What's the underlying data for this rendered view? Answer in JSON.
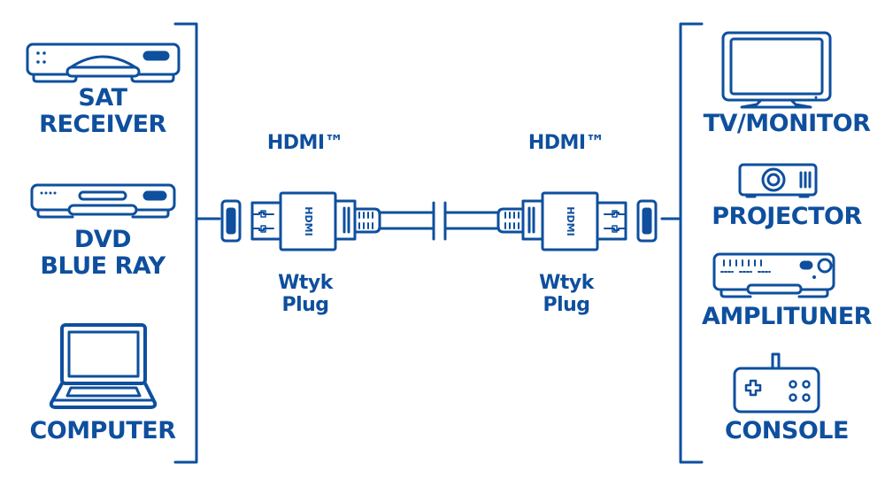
{
  "colors": {
    "primary": "#0e4f9e",
    "background": "#ffffff"
  },
  "sources": [
    {
      "id": "sat-receiver",
      "label_lines": [
        "SAT",
        "RECEIVER"
      ],
      "icon": "sat-receiver-icon"
    },
    {
      "id": "dvd-blue-ray",
      "label_lines": [
        "DVD",
        "BLUE RAY"
      ],
      "icon": "dvd-player-icon"
    },
    {
      "id": "computer",
      "label_lines": [
        "COMPUTER"
      ],
      "icon": "laptop-icon"
    }
  ],
  "destinations": [
    {
      "id": "tv-monitor",
      "label": "TV/MONITOR",
      "icon": "tv-icon"
    },
    {
      "id": "projector",
      "label": "PROJECTOR",
      "icon": "projector-icon"
    },
    {
      "id": "amplituner",
      "label": "AMPLITUNER",
      "icon": "amplifier-icon"
    },
    {
      "id": "console",
      "label": "CONSOLE",
      "icon": "gamepad-icon"
    }
  ],
  "cable": {
    "left_plug": {
      "connector_title": "HDMI™",
      "plug_text": "HDMI",
      "caption_lines": [
        "Wtyk",
        "Plug"
      ]
    },
    "right_plug": {
      "connector_title": "HDMI™",
      "plug_text": "HDMI",
      "caption_lines": [
        "Wtyk",
        "Plug"
      ]
    }
  }
}
